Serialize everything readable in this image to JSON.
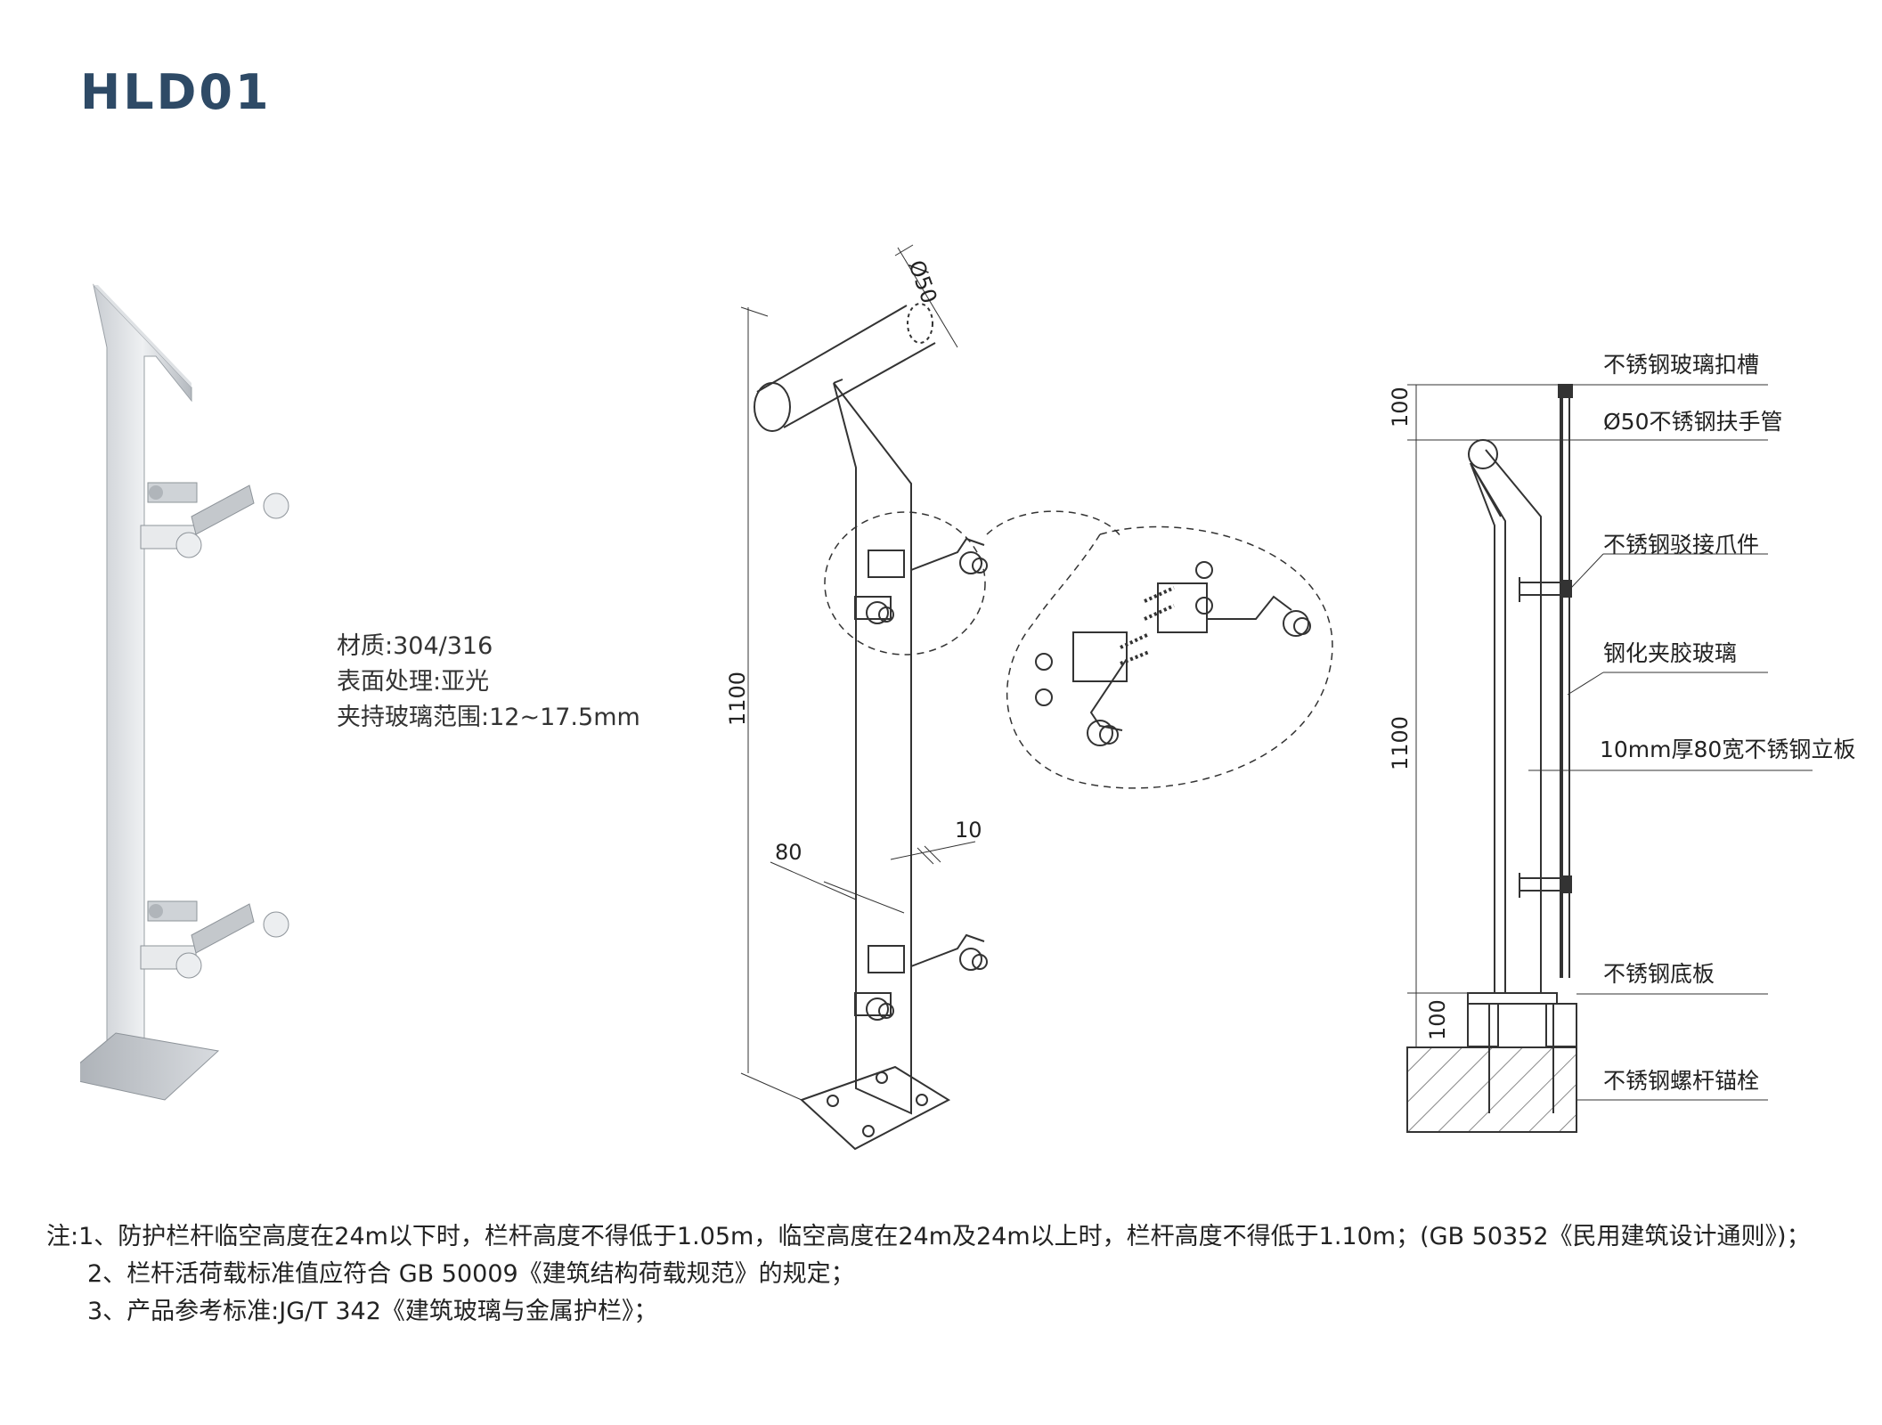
{
  "title": "HLD01",
  "specs": {
    "material": "材质:304/316",
    "surface": "表面处理:亚光",
    "glass_range": "夹持玻璃范围:12~17.5mm"
  },
  "dims": {
    "diameter": "Ø50",
    "height_iso": "1100",
    "width_80": "80",
    "thickness_10": "10",
    "side_top": "100",
    "side_height": "1100",
    "side_base": "100"
  },
  "labels": {
    "glass_cap": "不锈钢玻璃扣槽",
    "handrail": "Ø50不锈钢扶手管",
    "claw": "不锈钢驳接爪件",
    "glass": "钢化夹胶玻璃",
    "post": "10mm厚80宽不锈钢立板",
    "base_plate": "不锈钢底板",
    "anchor": "不锈钢螺杆锚栓"
  },
  "notes": [
    "注:1、防护栏杆临空高度在24m以下时，栏杆高度不得低于1.05m，临空高度在24m及24m以上时，栏杆高度不得低于1.10m；(GB 50352《民用建筑设计通则》)；",
    "2、栏杆活荷载标准值应符合 GB 50009《建筑结构荷载规范》的规定；",
    "3、产品参考标准:JG/T 342《建筑玻璃与金属护栏》；"
  ]
}
